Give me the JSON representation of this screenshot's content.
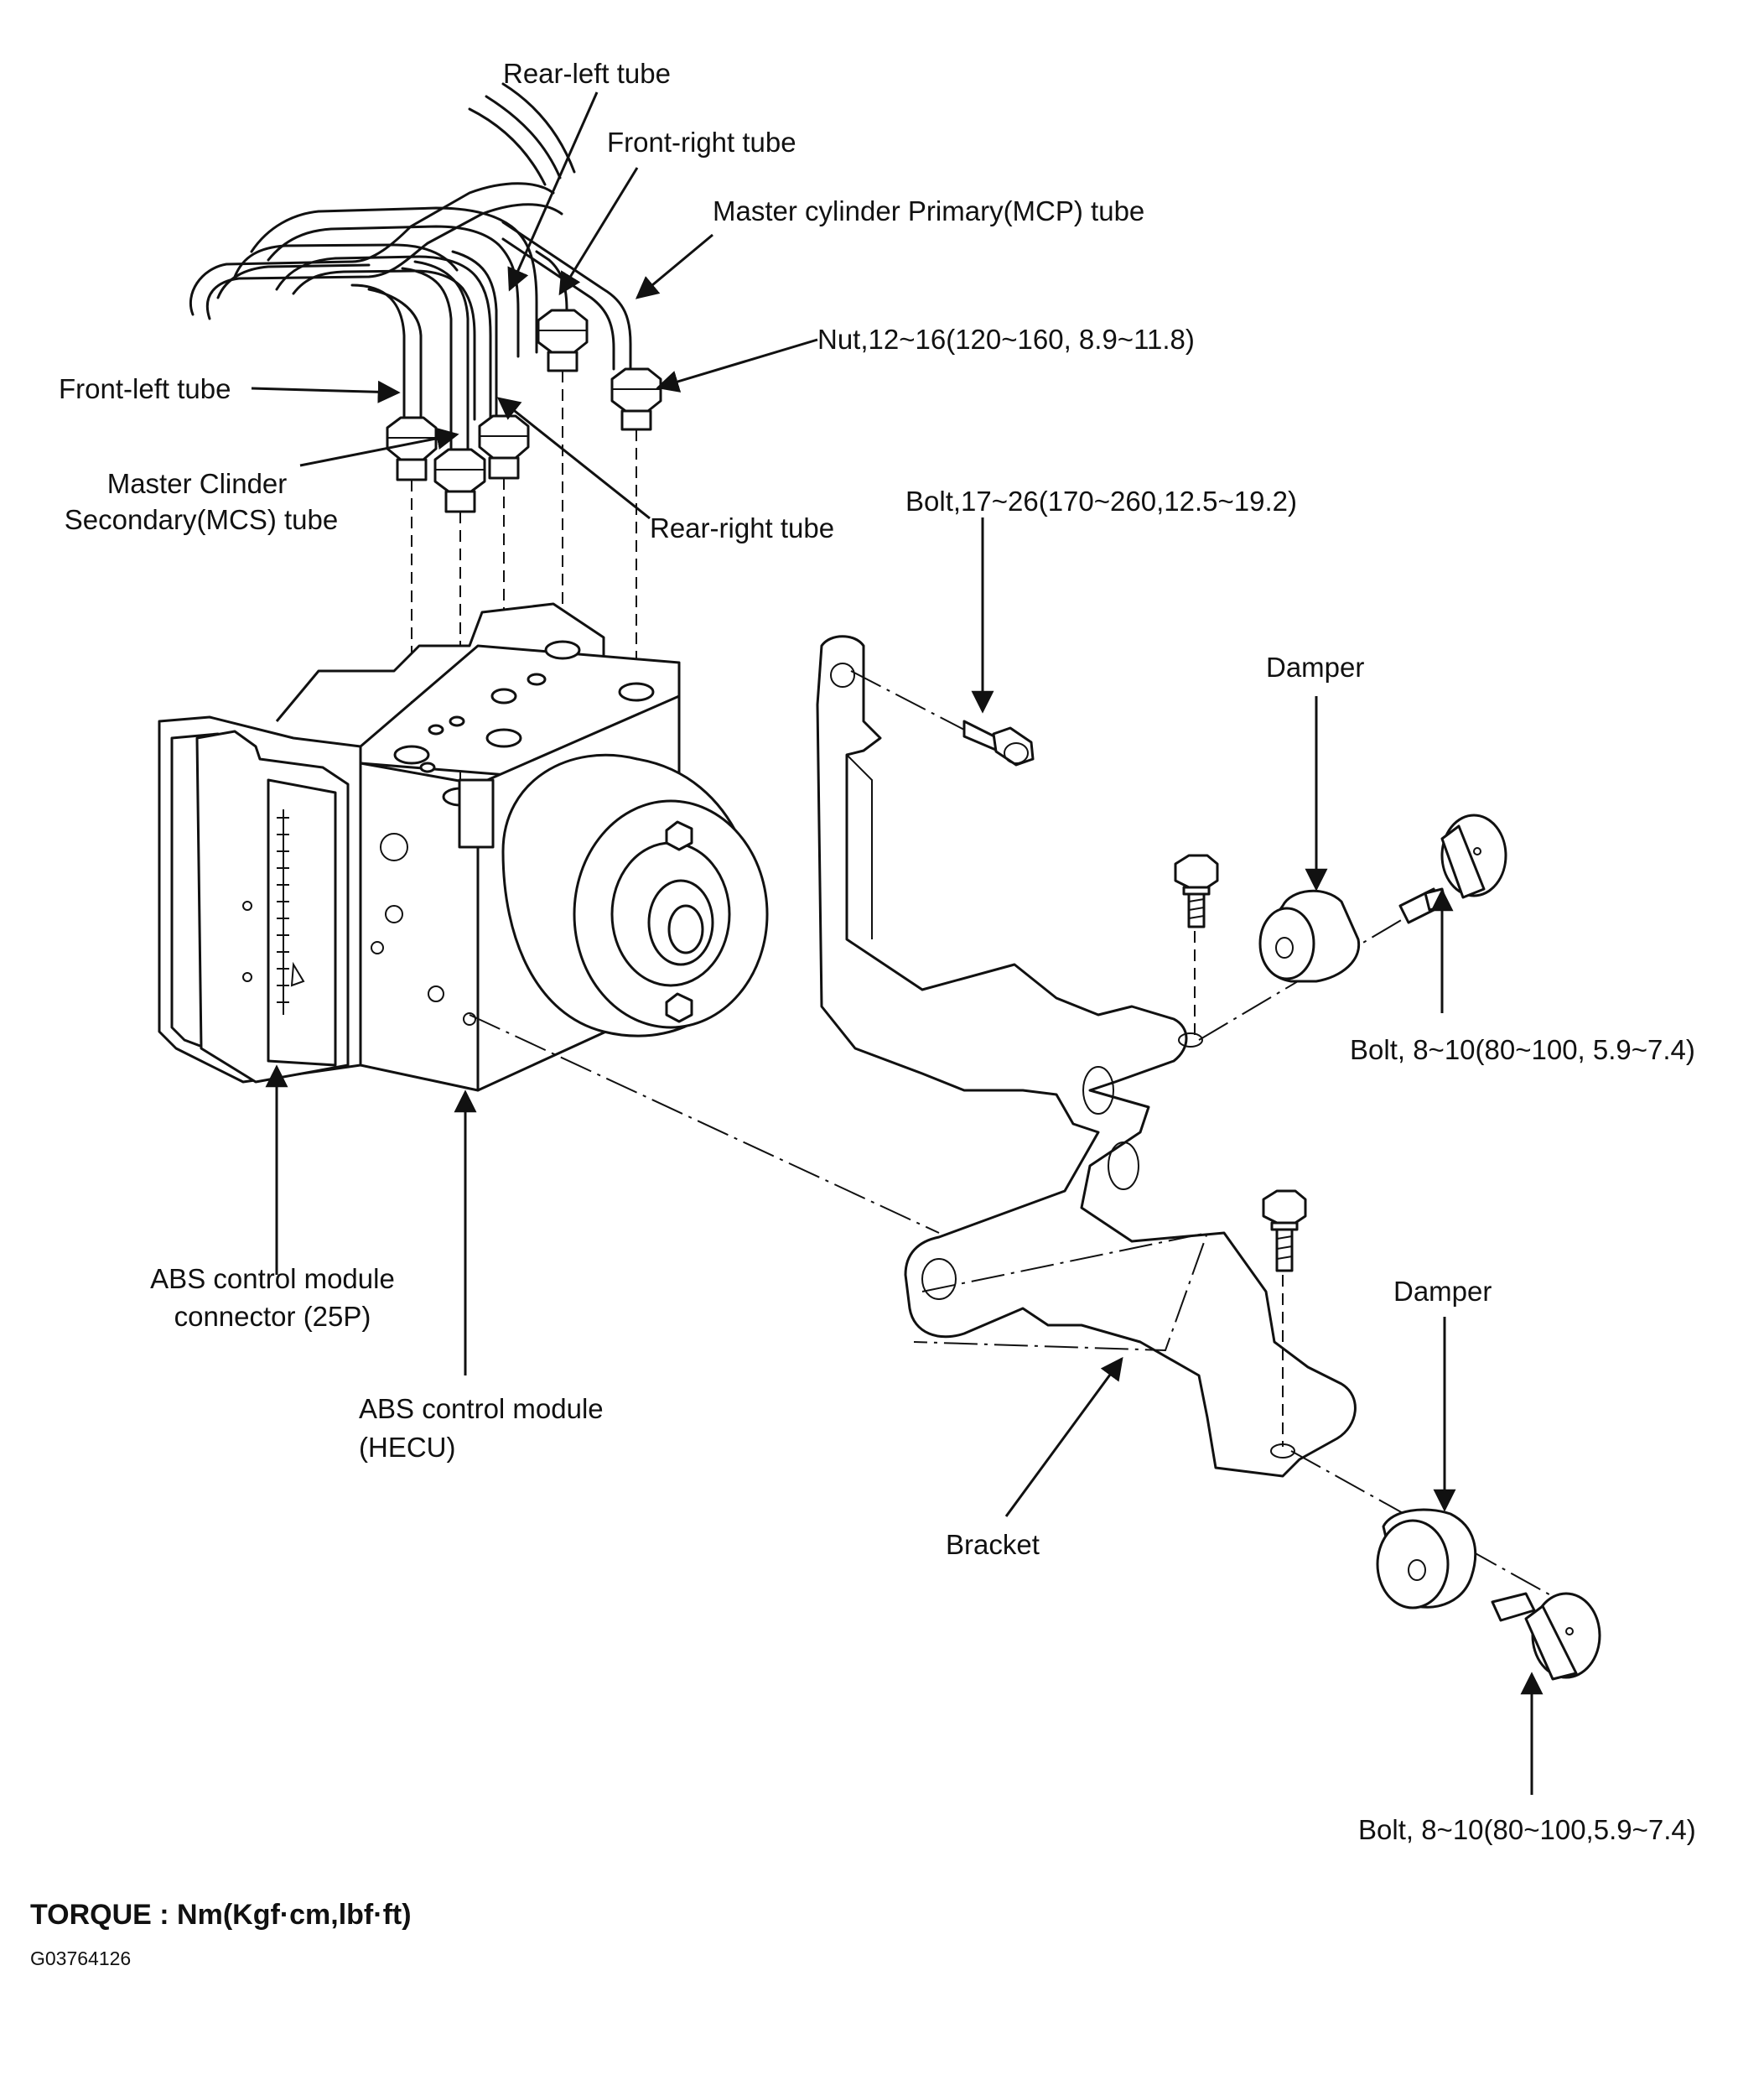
{
  "labels": {
    "rear_left_tube": "Rear-left tube",
    "front_right_tube": "Front-right tube",
    "mcp_tube": "Master cylinder Primary(MCP) tube",
    "nut": "Nut,12~16(120~160, 8.9~11.8)",
    "front_left_tube": "Front-left tube",
    "mcs_tube_line1": "Master Clinder",
    "mcs_tube_line2": "Secondary(MCS) tube",
    "rear_right_tube": "Rear-right tube",
    "bolt_upper": "Bolt,17~26(170~260,12.5~19.2)",
    "damper_upper": "Damper",
    "bolt_damper_upper": "Bolt, 8~10(80~100, 5.9~7.4)",
    "connector_line1": "ABS control module",
    "connector_line2": "connector (25P)",
    "hecu_line1": "ABS control module",
    "hecu_line2": "(HECU)",
    "bracket": "Bracket",
    "damper_lower": "Damper",
    "bolt_damper_lower": "Bolt, 8~10(80~100,5.9~7.4)"
  },
  "footer": {
    "torque": "TORQUE : Nm(Kgf·cm,lbf·ft)",
    "code": "G03764126"
  }
}
